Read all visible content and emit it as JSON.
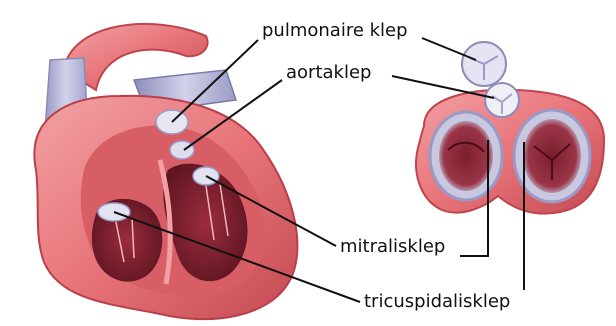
{
  "labels": {
    "pulmonary_valve": "pulmonaire klep",
    "aortic_valve": "aortaklep",
    "mitral_valve": "mitralisklep",
    "tricuspid_valve": "tricuspidalisklep"
  },
  "colors": {
    "heart_tissue": "#e8747a",
    "heart_dark": "#c0444c",
    "chamber_interior": "#7a1f2c",
    "vessel_blue": "#b4b4d8",
    "valve_white": "#eef0f6",
    "leader_line": "#111111"
  }
}
